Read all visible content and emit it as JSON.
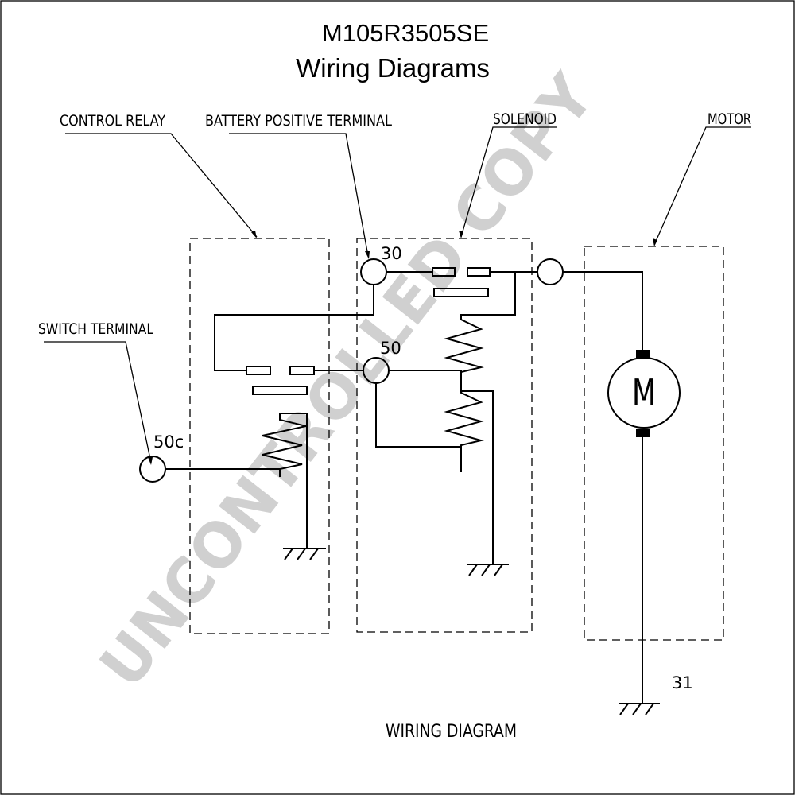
{
  "title": {
    "part_number": "M105R3505SE",
    "subtitle": "Wiring Diagrams"
  },
  "callouts": {
    "control_relay": "CONTROL RELAY",
    "battery_positive_terminal": "BATTERY POSITIVE TERMINAL",
    "solenoid": "SOLENOID",
    "motor": "MOTOR",
    "switch_terminal": "SWITCH TERMINAL"
  },
  "terminals": {
    "t30": "30",
    "t50": "50",
    "t50c": "50c",
    "t31": "31"
  },
  "motor_symbol": "M",
  "footer": "WIRING DIAGRAM",
  "watermark": "UNCONTROLLED COPY"
}
